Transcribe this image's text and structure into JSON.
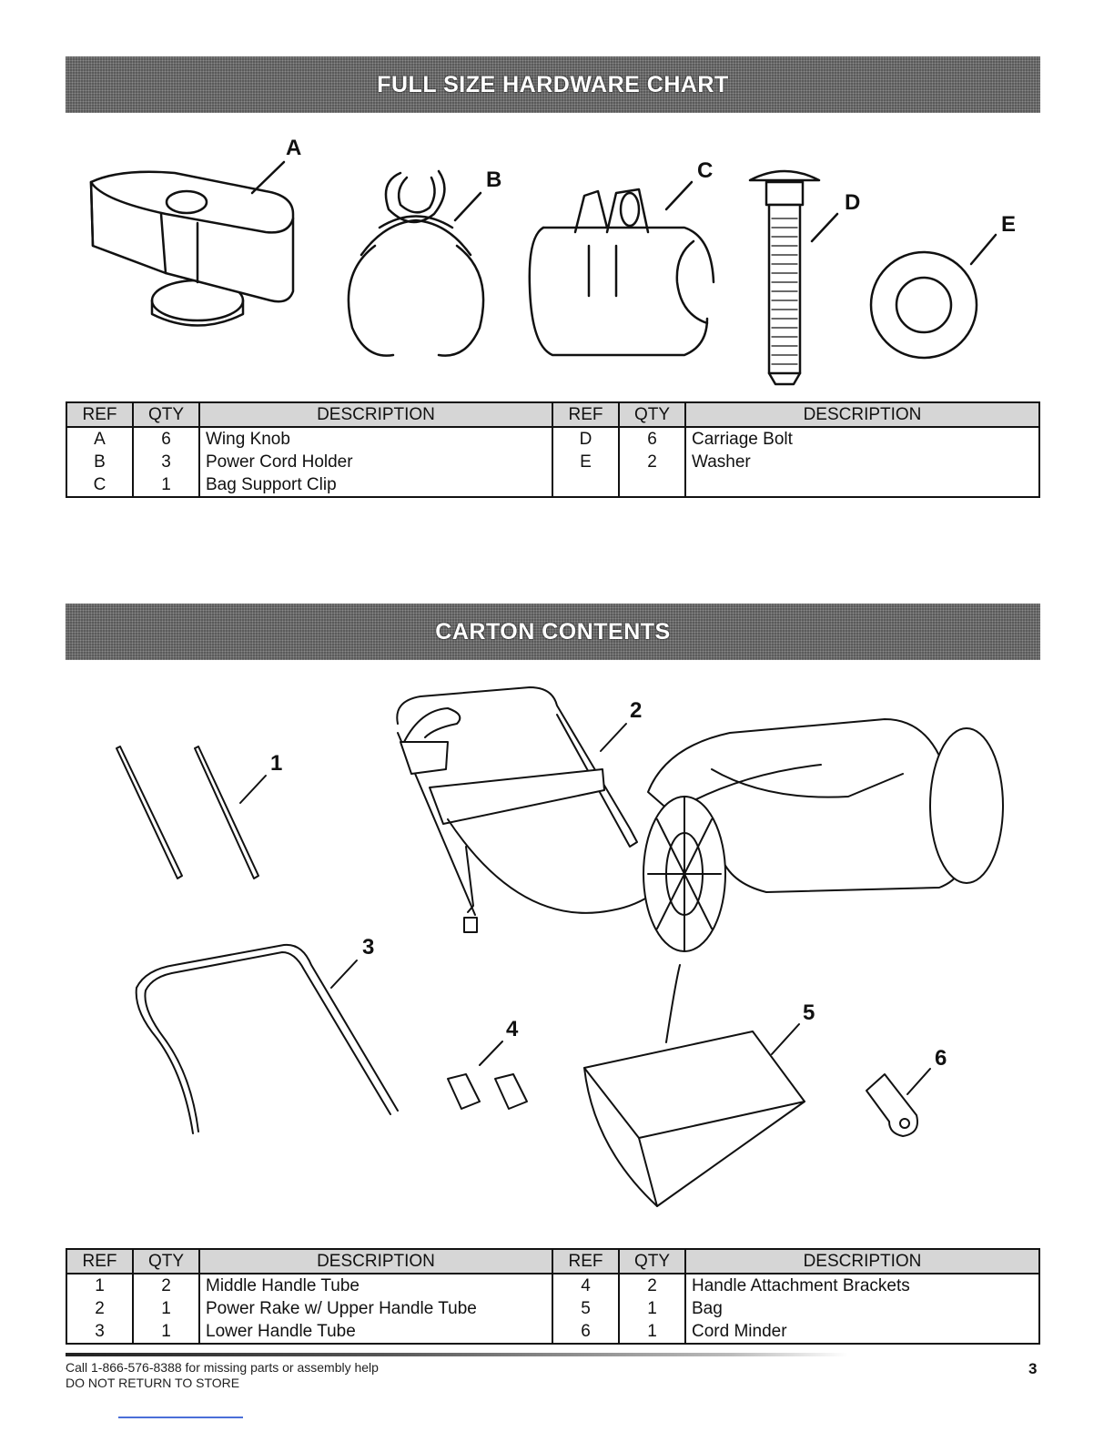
{
  "sections": {
    "hardware_title": "FULL SIZE HARDWARE CHART",
    "carton_title": "CARTON CONTENTS"
  },
  "hardware_labels": [
    "A",
    "B",
    "C",
    "D",
    "E"
  ],
  "carton_labels": [
    "1",
    "2",
    "3",
    "4",
    "5",
    "6"
  ],
  "hardware_table": {
    "headers": [
      "REF",
      "QTY",
      "DESCRIPTION",
      "REF",
      "QTY",
      "DESCRIPTION"
    ],
    "rows": [
      [
        "A",
        "6",
        "Wing Knob",
        "D",
        "6",
        "Carriage Bolt"
      ],
      [
        "B",
        "3",
        "Power Cord Holder",
        "E",
        "2",
        "Washer"
      ],
      [
        "C",
        "1",
        "Bag Support Clip",
        "",
        "",
        ""
      ]
    ]
  },
  "carton_table": {
    "headers": [
      "REF",
      "QTY",
      "DESCRIPTION",
      "REF",
      "QTY",
      "DESCRIPTION"
    ],
    "rows": [
      [
        "1",
        "2",
        "Middle Handle Tube",
        "4",
        "2",
        "Handle Attachment Brackets"
      ],
      [
        "2",
        "1",
        "Power Rake w/ Upper Handle Tube",
        "5",
        "1",
        "Bag"
      ],
      [
        "3",
        "1",
        "Lower Handle Tube",
        "6",
        "1",
        "Cord Minder"
      ]
    ]
  },
  "footer": {
    "line1": "Call 1-866-576-8388 for missing parts or assembly help",
    "line2": "DO NOT RETURN TO STORE",
    "page_number": "3"
  }
}
